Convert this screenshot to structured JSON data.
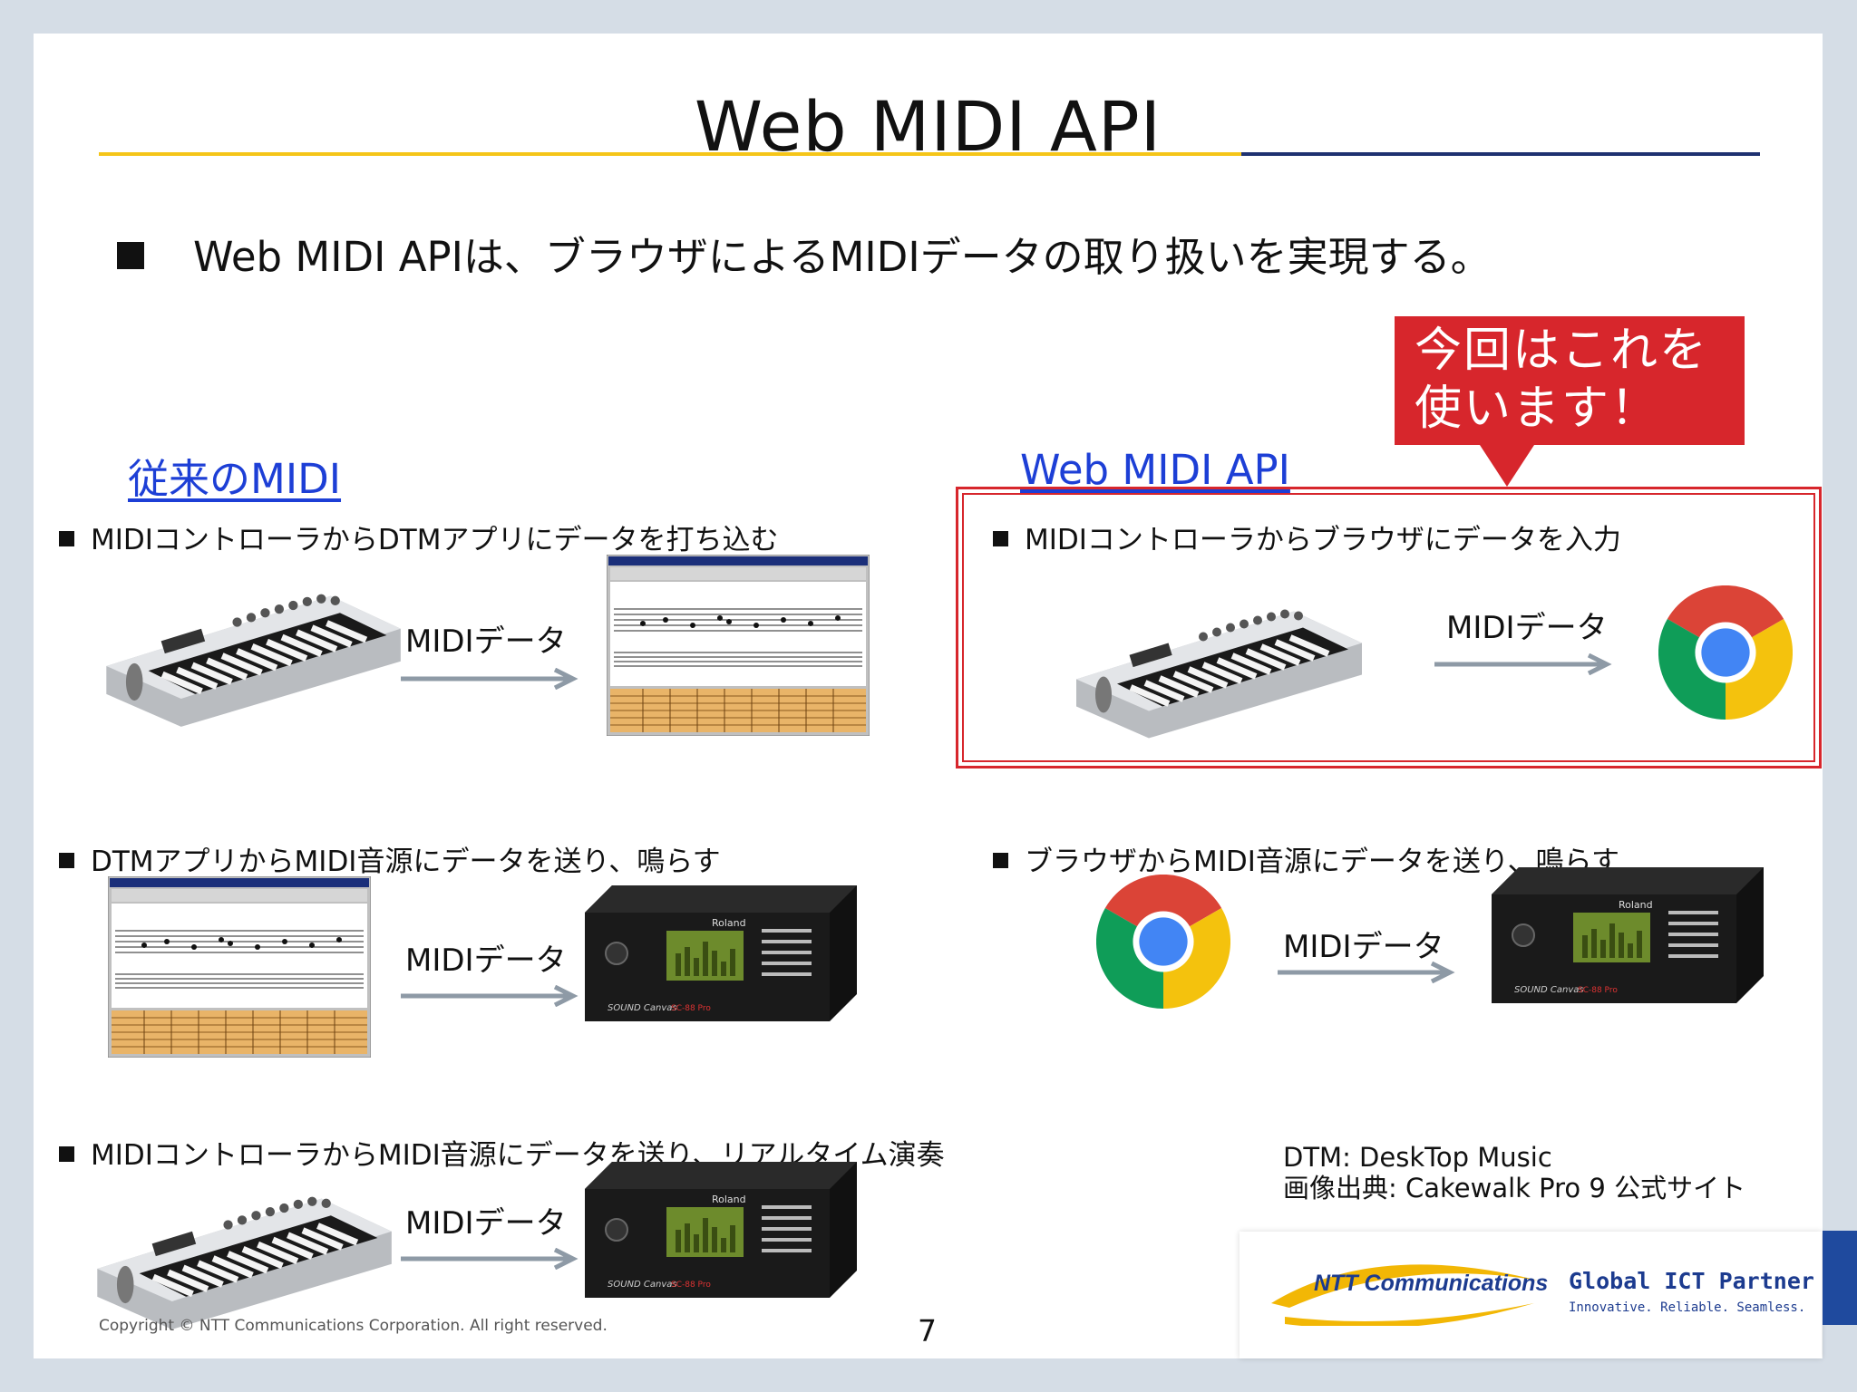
{
  "title": "Web MIDI API",
  "main_bullet": "Web MIDI APIは、ブラウザによるMIDIデータの取り扱いを実現する。",
  "left_heading": "従来のMIDI",
  "right_heading": "Web MIDI API",
  "callout": {
    "line1": "今回はこれを",
    "line2": "使います！"
  },
  "left_items": [
    {
      "text": "MIDIコントローラからDTMアプリにデータを打ち込む",
      "arrow_label": "MIDIデータ"
    },
    {
      "text": "DTMアプリからMIDI音源にデータを送り、鳴らす",
      "arrow_label": "MIDIデータ"
    },
    {
      "text": "MIDIコントローラからMIDI音源にデータを送り、リアルタイム演奏",
      "arrow_label": "MIDIデータ"
    }
  ],
  "right_items": [
    {
      "text": "MIDIコントローラからブラウザにデータを入力",
      "arrow_label": "MIDIデータ"
    },
    {
      "text": "ブラウザからMIDI音源にデータを送り、鳴らす",
      "arrow_label": "MIDIデータ"
    }
  ],
  "note": {
    "line1": "DTM: DeskTop Music",
    "line2": "画像出典: Cakewalk Pro 9 公式サイト"
  },
  "copyright": "Copyright © NTT Communications Corporation. All right reserved.",
  "page_number": "7",
  "logo": {
    "company": "NTT Communications",
    "partner": "Global ICT Partner",
    "tagline": "Innovative. Reliable. Seamless."
  },
  "colors": {
    "accent_red": "#d7262c",
    "link_blue": "#1d3fd6",
    "rule_yellow": "#f5c518",
    "rule_navy": "#1e3170"
  }
}
